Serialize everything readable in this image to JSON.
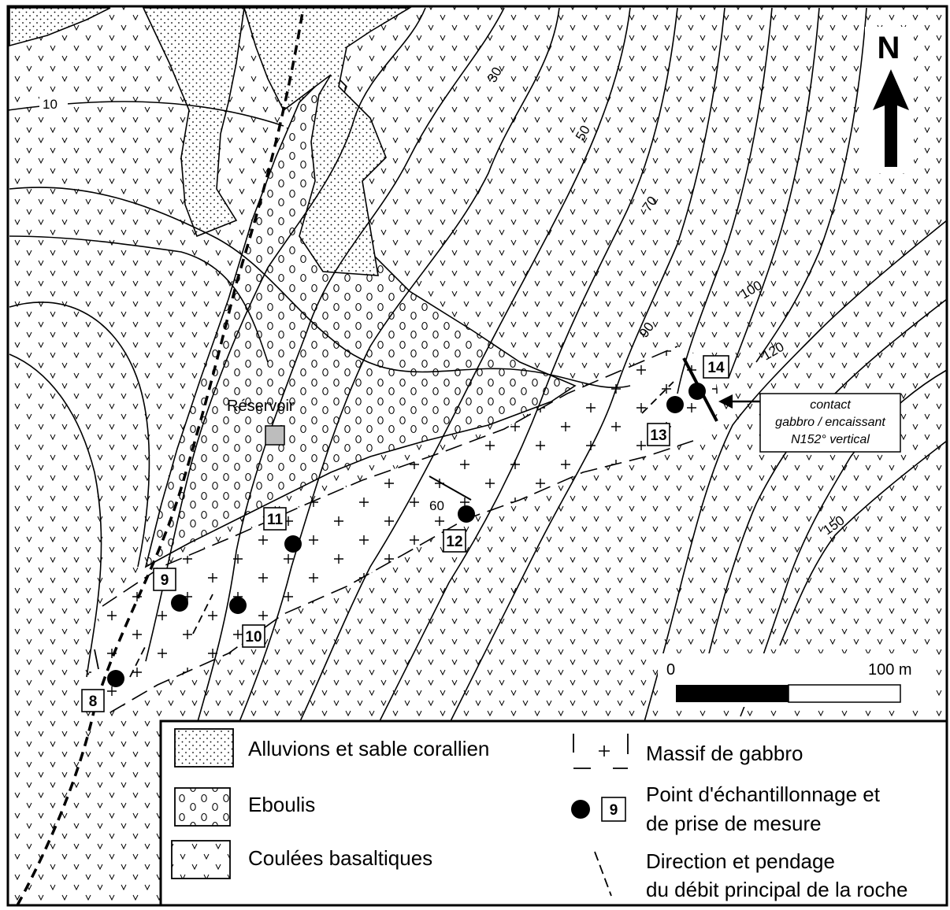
{
  "north_label": "N",
  "reservoir_label": "Réservoir",
  "contours": [
    "10",
    "30",
    "50",
    "70",
    "90",
    "100",
    "120",
    "150"
  ],
  "dip_value": "60",
  "sample_points": [
    "8",
    "9",
    "10",
    "11",
    "12",
    "13",
    "14"
  ],
  "callout": {
    "line1": "contact",
    "line2": "gabbro / encaissant",
    "line3": "N152° vertical"
  },
  "scale": {
    "start": "0",
    "end": "100 m"
  },
  "legend": {
    "alluvions": "Alluvions et sable corallien",
    "eboulis": "Eboulis",
    "coulees": "Coulées basaltiques",
    "gabbro": "Massif de gabbro",
    "point_line1": "Point d'échantillonnage et",
    "point_line2": "de prise de mesure",
    "point_sample": "9",
    "direction_line1": "Direction et pendage",
    "direction_line2": "du débit principal de la roche"
  },
  "colors": {
    "ink": "#000000",
    "paper": "#ffffff",
    "reservoir": "#bdbdbd"
  }
}
